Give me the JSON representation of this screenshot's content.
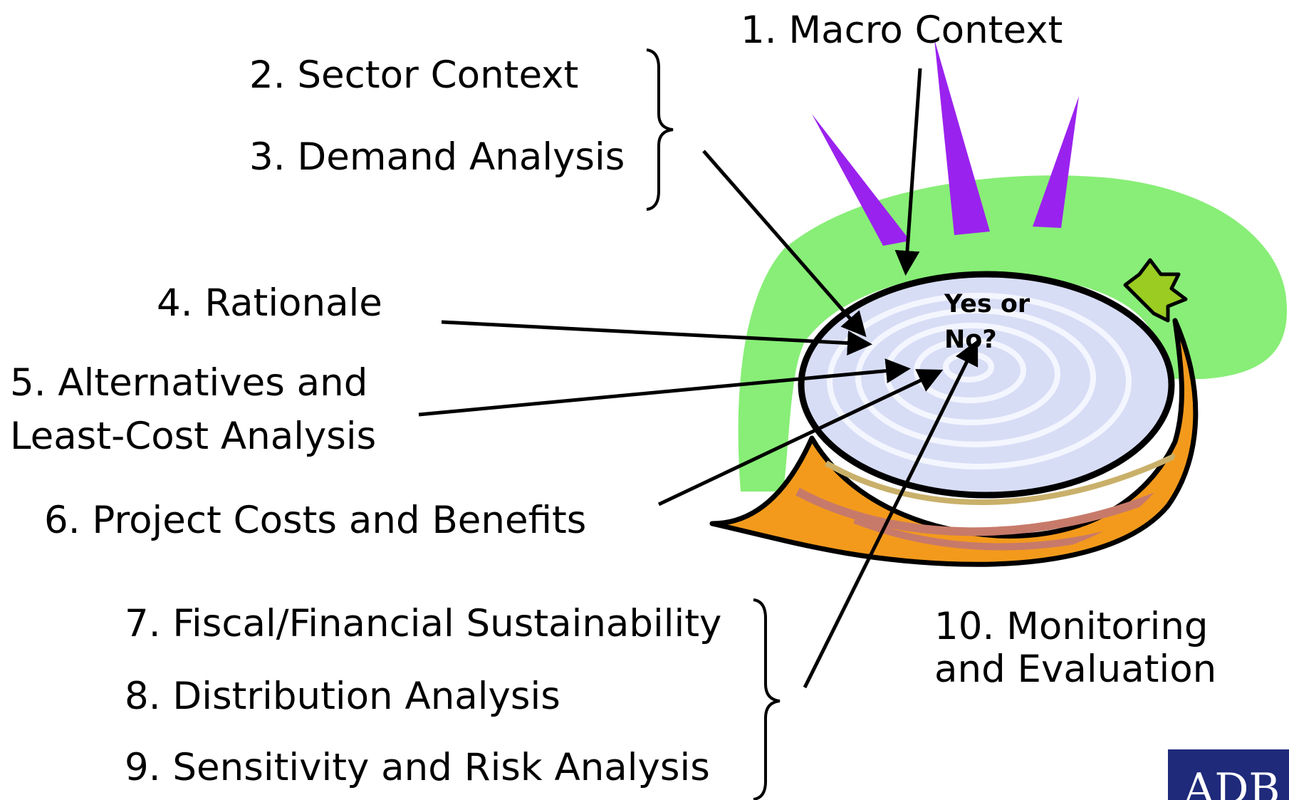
{
  "labels": {
    "macro": "1. Macro Context",
    "sector": "2. Sector Context",
    "demand": "3. Demand Analysis",
    "rationale": "4. Rationale",
    "alternatives_line1": "5. Alternatives and",
    "alternatives_line2": "Least-Cost Analysis",
    "costs": "6. Project Costs and Benefits",
    "fiscal": "7. Fiscal/Financial Sustainability",
    "distribution": "8. Distribution Analysis",
    "sensitivity": "9. Sensitivity and Risk Analysis",
    "monitoring_line1": "10. Monitoring",
    "monitoring_line2": "and Evaluation"
  },
  "center": {
    "line1": "Yes or",
    "line2": "No?"
  },
  "logo": {
    "text": "ADB",
    "color": "#1f2a7a"
  },
  "colors": {
    "halo": "#88ee77",
    "rays": "#9a22ee",
    "onion_top": "#d8ddf6",
    "onion_rings": "#f4f6ff",
    "onion_skin": "#f39a1c",
    "skin_stripe": "#c77a6a",
    "stem": "#9acc22",
    "arrow": "#000000"
  }
}
